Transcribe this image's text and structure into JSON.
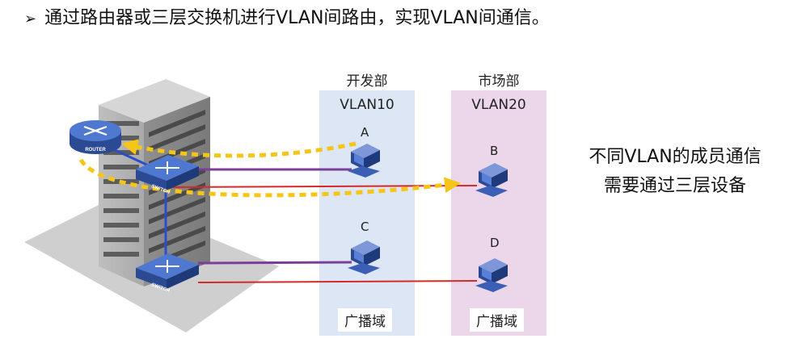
{
  "title": "通过路由器或三层交换机进行VLAN间路由，实现VLAN间通信。",
  "vlan10": {
    "dept": "开发部",
    "name": "VLAN10",
    "domain": "广播域",
    "color": "#dce6f4"
  },
  "vlan20": {
    "dept": "市场部",
    "name": "VLAN20",
    "domain": "广播域",
    "color": "#ebd6ea"
  },
  "pcs": [
    "A",
    "B",
    "C",
    "D"
  ],
  "router_label": "ROUTER",
  "switch_label": "SWITCH",
  "note_line1": "不同VLAN的成员通信",
  "note_line2": "需要通过三层设备",
  "colors": {
    "vlan10_link": "#7b3f98",
    "vlan20_link": "#d42a2a",
    "trunk": "#2b4dcc",
    "flow_arrow": "#f5c518",
    "device": "#3a5fb5"
  }
}
